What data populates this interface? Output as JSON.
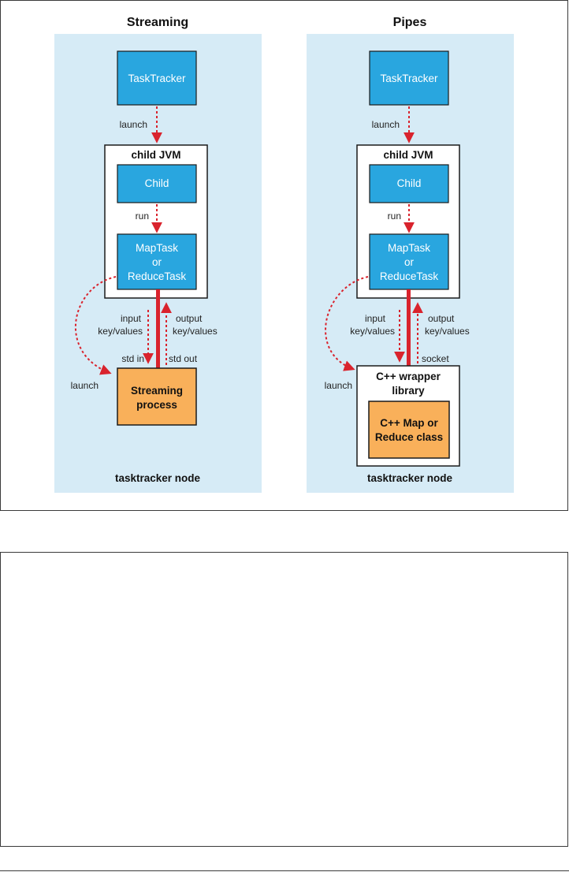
{
  "diagrams": [
    {
      "title": "Streaming",
      "tasktracker": "TaskTracker",
      "launch_top": "launch",
      "child_jvm": "child JVM",
      "child": "Child",
      "run": "run",
      "maptask_lines": [
        "MapTask",
        "or",
        "ReduceTask"
      ],
      "input_lines": [
        "input",
        "key/values"
      ],
      "output_lines": [
        "output",
        "key/values"
      ],
      "stdin": "std in",
      "stdout": "std out",
      "launch_left": "launch",
      "process_lines": [
        "Streaming",
        "process"
      ],
      "node": "tasktracker node"
    },
    {
      "title": "Pipes",
      "tasktracker": "TaskTracker",
      "launch_top": "launch",
      "child_jvm": "child JVM",
      "child": "Child",
      "run": "run",
      "maptask_lines": [
        "MapTask",
        "or",
        "ReduceTask"
      ],
      "input_lines": [
        "input",
        "key/values"
      ],
      "output_lines": [
        "output",
        "key/values"
      ],
      "socket": "socket",
      "launch_left": "launch",
      "wrapper_lines": [
        "C++ wrapper",
        "library"
      ],
      "class_lines": [
        "C++ Map or",
        "Reduce class"
      ],
      "node": "tasktracker node"
    }
  ],
  "colors": {
    "panel": "#d6ebf6",
    "blue_box": "#29a6df",
    "orange_box": "#f9b05a",
    "arrow_red": "#d9232d",
    "border": "#1a1a1a"
  }
}
